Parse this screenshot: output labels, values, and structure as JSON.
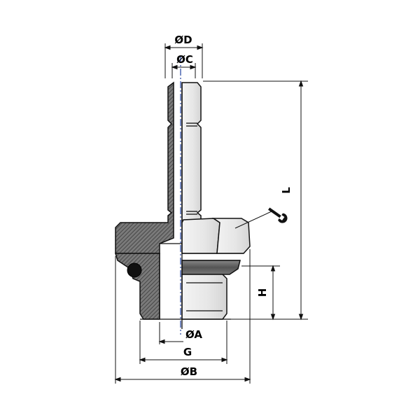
{
  "labels": {
    "dia_d": "ØD",
    "dia_c": "ØC",
    "dia_a": "ØA",
    "thread_g": "G",
    "dia_b": "ØB",
    "length_l": "L",
    "height_h": "H"
  },
  "colors": {
    "centerline": "#1f3f9f",
    "metal": "#e8e8e8",
    "hatch": "#555555",
    "seal": "#555555",
    "outline": "#111111"
  },
  "icons": {
    "wrench": "wrench-icon"
  }
}
